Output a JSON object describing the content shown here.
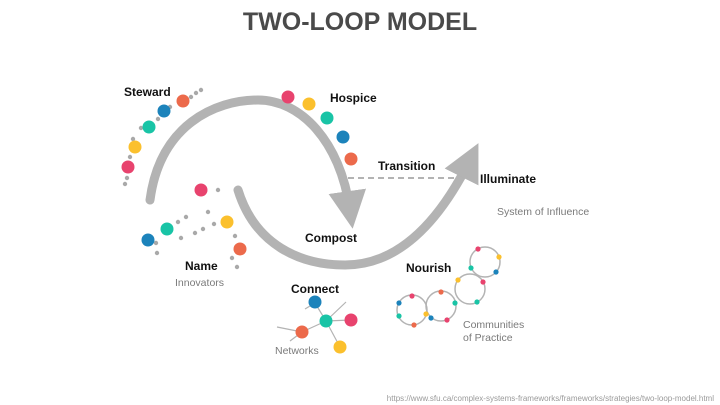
{
  "title": "TWO-LOOP MODEL",
  "labels": {
    "steward": "Steward",
    "hospice": "Hospice",
    "transition": "Transition",
    "illuminate": "Illuminate",
    "system_of_influence": "System of Influence",
    "compost": "Compost",
    "name": "Name",
    "innovators": "Innovators",
    "connect": "Connect",
    "networks": "Networks",
    "nourish": "Nourish",
    "communities_line1": "Communities",
    "communities_line2": "of Practice"
  },
  "source": "https://www.sfu.ca/complex-systems-frameworks/frameworks/strategies/two-loop-model.html",
  "colors": {
    "arrow": "#b3b3b3",
    "dots_gray": "#a9a9a9",
    "red": "#e8436e",
    "orange": "#ec6a4b",
    "teal": "#19c4a6",
    "blue": "#1c83bb",
    "yellow": "#fbc02d"
  }
}
